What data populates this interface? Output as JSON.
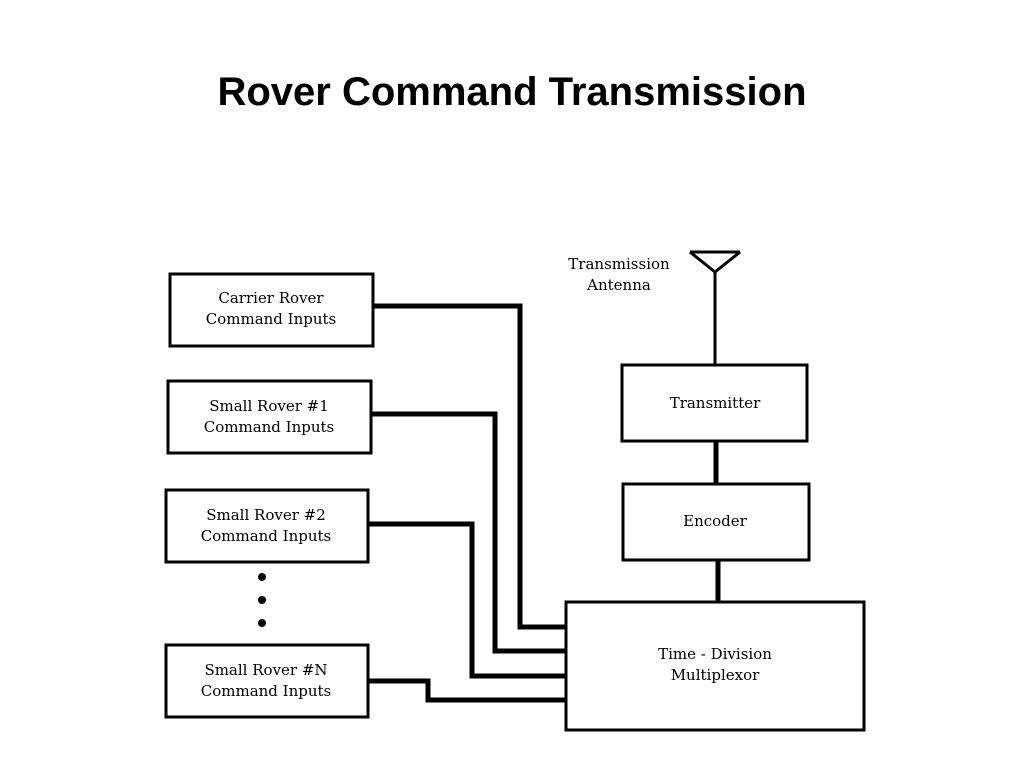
{
  "title": "Rover Command Transmission",
  "antenna": {
    "line1": "Transmission",
    "line2": "Antenna"
  },
  "inputs": [
    {
      "line1": "Carrier Rover",
      "line2": "Command Inputs"
    },
    {
      "line1": "Small Rover #1",
      "line2": "Command Inputs"
    },
    {
      "line1": "Small Rover #2",
      "line2": "Command Inputs"
    },
    {
      "line1": "Small Rover #N",
      "line2": "Command Inputs"
    }
  ],
  "transmitter": {
    "label": "Transmitter"
  },
  "encoder": {
    "label": "Encoder"
  },
  "multiplexor": {
    "line1": "Time - Division",
    "line2": "Multiplexor"
  },
  "colors": {
    "line": "#000000",
    "background": "#ffffff"
  }
}
